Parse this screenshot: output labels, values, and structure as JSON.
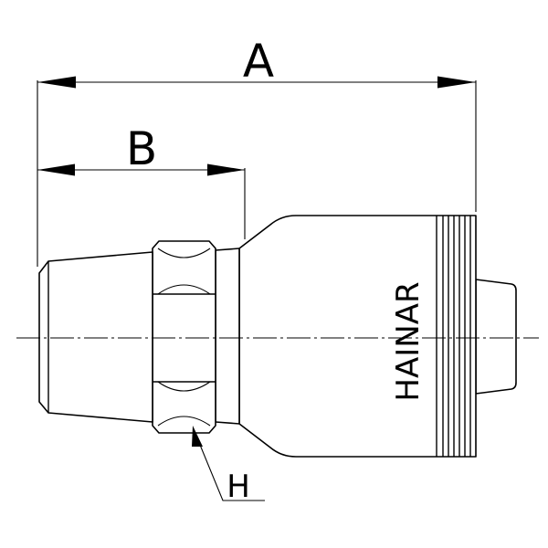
{
  "dimensions": {
    "a_label": "A",
    "b_label": "B",
    "h_label": "H"
  },
  "part": {
    "brand_text": "HAINAR"
  }
}
